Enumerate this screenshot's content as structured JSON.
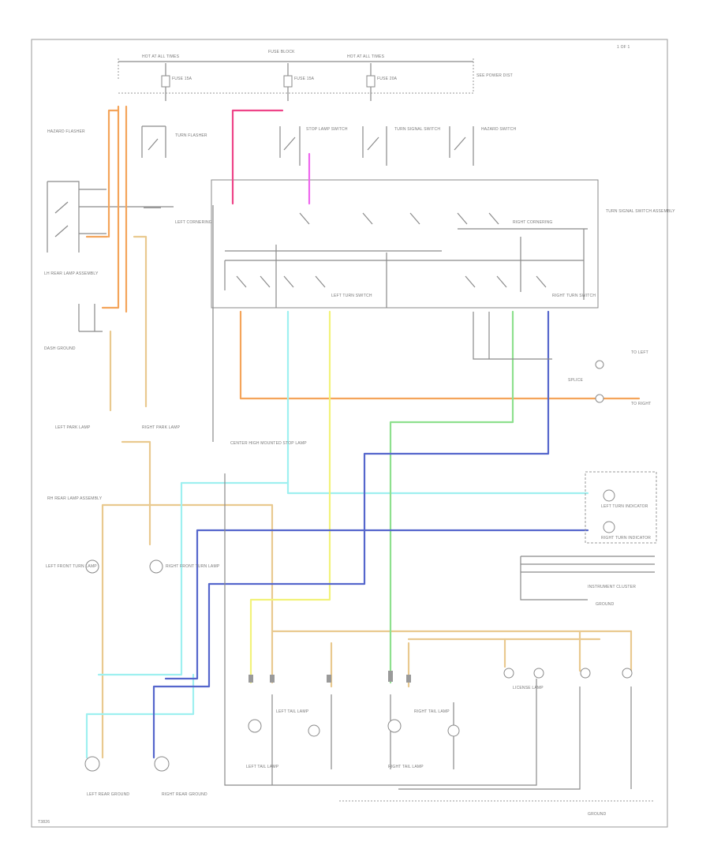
{
  "diagram": {
    "sheet_label": "1 OF 1",
    "figure_id": "T3826",
    "wire_colors": {
      "orange": "#f4a45a",
      "pink": "#ee4488",
      "violet": "#ee66ee",
      "tan": "#e9c98f",
      "light_blue": "#9ef0f0",
      "yellow": "#f2f27a",
      "green": "#8ee08e",
      "dark_blue": "#5566cc",
      "orange_light": "#f7b47a",
      "black": "#8a8a8a"
    },
    "labels": {
      "hot_at_all_times_left": "HOT AT ALL TIMES",
      "fuse_block": "FUSE BLOCK",
      "hot_at_all_times_right": "HOT AT ALL TIMES",
      "fuse_a": "FUSE 15A",
      "fuse_b": "FUSE 15A",
      "fuse_c": "FUSE 20A",
      "see_power_distribution": "SEE POWER DIST",
      "hazard_flasher": "HAZARD FLASHER",
      "turn_flasher": "TURN FLASHER",
      "brake_switch": "STOP LAMP SWITCH",
      "turn_signal_switch": "TURN SIGNAL SWITCH",
      "hazard_switch": "HAZARD SWITCH",
      "left_turn_switch": "LEFT TURN SWITCH",
      "right_turn_switch": "RIGHT TURN SWITCH",
      "turn_signal_assembly": "TURN SIGNAL SWITCH ASSEMBLY",
      "left_cornering": "LEFT CORNERING",
      "right_cornering": "RIGHT CORNERING",
      "to_left_lamp": "TO LEFT",
      "to_right_lamp": "TO RIGHT",
      "lh_rear_lamp_assembly": "LH REAR LAMP ASSEMBLY",
      "rh_rear_lamp_assembly": "RH REAR LAMP ASSEMBLY",
      "instrument_cluster": "INSTRUMENT CLUSTER",
      "left_turn_indicator": "LEFT TURN INDICATOR",
      "right_turn_indicator": "RIGHT TURN INDICATOR",
      "high_mount_stop": "CENTER HIGH MOUNTED STOP LAMP",
      "left_front_lamp": "LEFT FRONT TURN LAMP",
      "right_front_lamp": "RIGHT FRONT TURN LAMP",
      "left_tail": "LEFT TAIL LAMP",
      "right_tail": "RIGHT TAIL LAMP",
      "splice": "SPLICE",
      "ground": "GROUND",
      "left_rear_ground": "LEFT REAR GROUND",
      "right_rear_ground": "RIGHT REAR GROUND",
      "left_tail_lamp_lower": "LEFT TAIL LAMP",
      "right_tail_lamp_lower": "RIGHT TAIL LAMP",
      "license_lamp": "LICENSE LAMP",
      "front_park_left": "LEFT PARK LAMP",
      "front_park_right": "RIGHT PARK LAMP",
      "dash_ground": "DASH GROUND"
    }
  }
}
